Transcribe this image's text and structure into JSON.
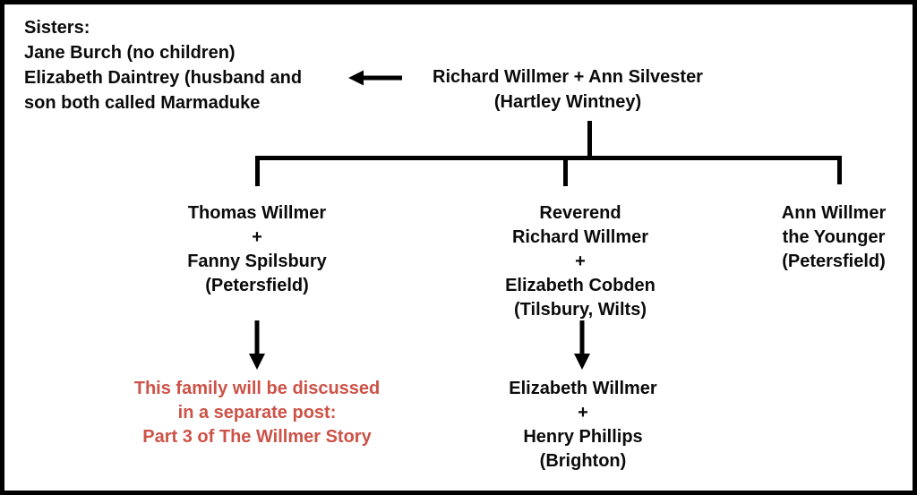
{
  "colors": {
    "background": "#ffffff",
    "frame": "#000000",
    "text": "#0b0b0b",
    "accent_red": "#cd5247"
  },
  "sisters_note": {
    "lines": [
      "Sisters:",
      "Jane Burch (no children)",
      "Elizabeth Daintrey (husband and",
      "son both called Marmaduke"
    ]
  },
  "parents": {
    "lines": [
      "Richard Willmer + Ann Silvester",
      "(Hartley Wintney)"
    ]
  },
  "children": {
    "thomas": {
      "lines": [
        "Thomas Willmer",
        "+",
        "Fanny Spilsbury",
        "(Petersfield)"
      ]
    },
    "reverend": {
      "lines": [
        "Reverend",
        "Richard Willmer",
        "+",
        "Elizabeth Cobden",
        "(Tilsbury, Wilts)"
      ]
    },
    "ann": {
      "lines": [
        "Ann Willmer",
        "the Younger",
        "(Petersfield)"
      ]
    }
  },
  "separate_post_note": {
    "lines": [
      "This family will be discussed",
      "in a separate post:",
      "Part 3 of The Willmer Story"
    ]
  },
  "grandchild_couple": {
    "lines": [
      "Elizabeth Willmer",
      "+",
      "Henry Phillips",
      "(Brighton)"
    ]
  },
  "icons": {
    "left_arrow": "left-arrow",
    "down_arrow": "down-arrow"
  }
}
